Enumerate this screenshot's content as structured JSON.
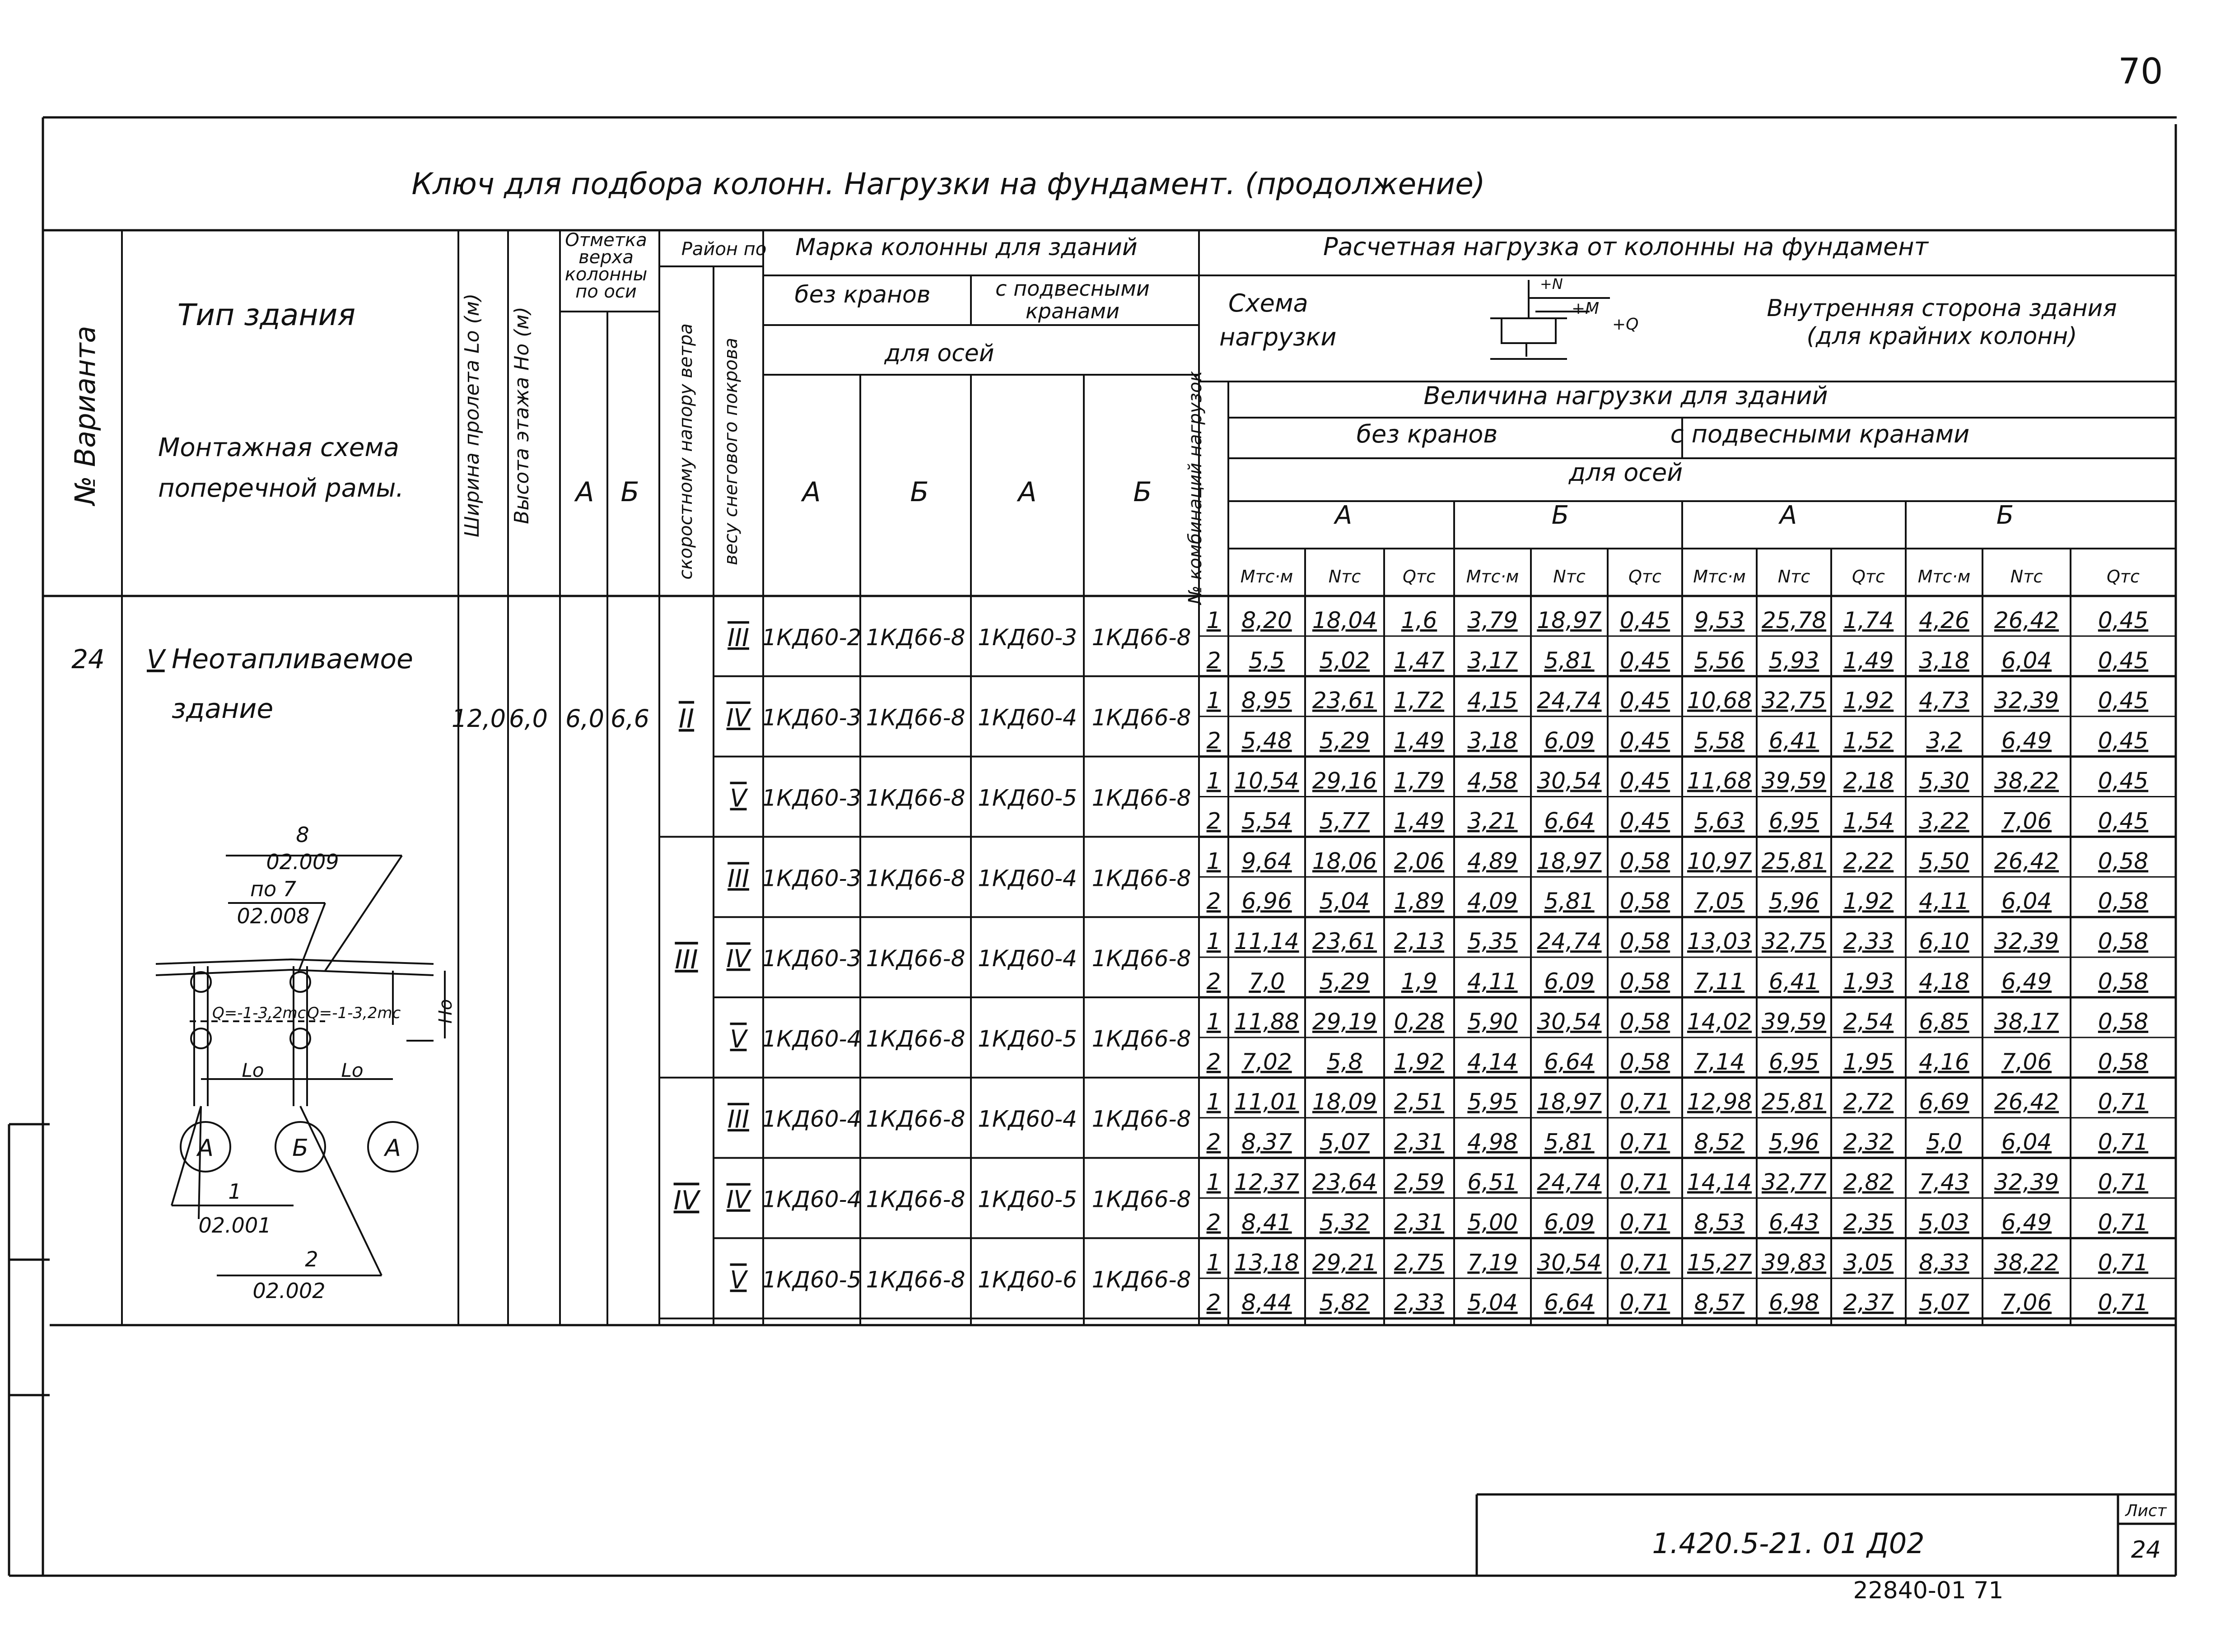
{
  "page": {
    "number": "70",
    "title": "Ключ для подбора колонн. Нагрузки на фундамент. (продолжение)"
  },
  "headers": {
    "variant_no": "№ Варианта",
    "building_type": "Тип здания",
    "mounting_scheme": "Монтажная схема поперечной рамы.",
    "span_width": "Ширина пролета Lo (м)",
    "floor_height": "Высота этажа Ho (м)",
    "column_top_mark": "Отметка верха колонны по оси",
    "region_by": "Район по",
    "wind_pressure": "скоростному напору ветра",
    "snow_weight": "весу снегового покрова",
    "column_mark": "Марка колонны для зданий",
    "without_cranes": "без кранов",
    "with_hanging_cranes": "с подвесными кранами",
    "for_axes": "для осей",
    "axis_a": "А",
    "axis_b": "Б",
    "design_load": "Расчетная нагрузка от колонны на фундамент",
    "load_scheme": "Схема нагрузки",
    "inner_side": "Внутренняя сторона здания (для крайних колонн)",
    "combination_no": "№ комбинаций нагрузок",
    "load_value": "Величина нагрузки для зданий",
    "without_cranes2": "без кранов",
    "with_hanging_cranes2": "с подвесными кранами",
    "for_axes2": "для осей",
    "unit_m": "Мтс·м",
    "unit_n": "Nтс",
    "unit_q": "Qтс",
    "sym_n": "+N",
    "sym_m": "+M",
    "sym_q": "+Q"
  },
  "variant": {
    "number": "24",
    "roman": "V",
    "building": "Неотапливаемое здание",
    "span": "12,0",
    "height": "6,0",
    "mark_a": "6,0",
    "mark_b": "6,6"
  },
  "scheme": {
    "label_8": "8",
    "code_8": "02.009",
    "label_7": "по 7",
    "code_7": "02.008",
    "q_left": "Q=-1-3,2mc",
    "q_right": "Q=-1-3,2mc",
    "ho": "Ho",
    "lo1": "Lo",
    "lo2": "Lo",
    "ax1": "А",
    "ax2": "Б",
    "ax3": "А",
    "label_1": "1",
    "code_1": "02.001",
    "label_2": "2",
    "code_2": "02.002"
  },
  "groups": [
    {
      "wind": "II",
      "rows": [
        {
          "snow": "III",
          "marks": [
            "1КД60-2",
            "1КД66-8",
            "1КД60-3",
            "1КД66-8"
          ],
          "comb": [
            [
              "1",
              "8,20",
              "18,04",
              "1,6",
              "3,79",
              "18,97",
              "0,45",
              "9,53",
              "25,78",
              "1,74",
              "4,26",
              "26,42",
              "0,45"
            ],
            [
              "2",
              "5,5",
              "5,02",
              "1,47",
              "3,17",
              "5,81",
              "0,45",
              "5,56",
              "5,93",
              "1,49",
              "3,18",
              "6,04",
              "0,45"
            ]
          ]
        },
        {
          "snow": "IV",
          "marks": [
            "1КД60-3",
            "1КД66-8",
            "1КД60-4",
            "1КД66-8"
          ],
          "comb": [
            [
              "1",
              "8,95",
              "23,61",
              "1,72",
              "4,15",
              "24,74",
              "0,45",
              "10,68",
              "32,75",
              "1,92",
              "4,73",
              "32,39",
              "0,45"
            ],
            [
              "2",
              "5,48",
              "5,29",
              "1,49",
              "3,18",
              "6,09",
              "0,45",
              "5,58",
              "6,41",
              "1,52",
              "3,2",
              "6,49",
              "0,45"
            ]
          ]
        },
        {
          "snow": "V",
          "marks": [
            "1КД60-3",
            "1КД66-8",
            "1КД60-5",
            "1КД66-8"
          ],
          "comb": [
            [
              "1",
              "10,54",
              "29,16",
              "1,79",
              "4,58",
              "30,54",
              "0,45",
              "11,68",
              "39,59",
              "2,18",
              "5,30",
              "38,22",
              "0,45"
            ],
            [
              "2",
              "5,54",
              "5,77",
              "1,49",
              "3,21",
              "6,64",
              "0,45",
              "5,63",
              "6,95",
              "1,54",
              "3,22",
              "7,06",
              "0,45"
            ]
          ]
        }
      ]
    },
    {
      "wind": "III",
      "rows": [
        {
          "snow": "III",
          "marks": [
            "1КД60-3",
            "1КД66-8",
            "1КД60-4",
            "1КД66-8"
          ],
          "comb": [
            [
              "1",
              "9,64",
              "18,06",
              "2,06",
              "4,89",
              "18,97",
              "0,58",
              "10,97",
              "25,81",
              "2,22",
              "5,50",
              "26,42",
              "0,58"
            ],
            [
              "2",
              "6,96",
              "5,04",
              "1,89",
              "4,09",
              "5,81",
              "0,58",
              "7,05",
              "5,96",
              "1,92",
              "4,11",
              "6,04",
              "0,58"
            ]
          ]
        },
        {
          "snow": "IV",
          "marks": [
            "1КД60-3",
            "1КД66-8",
            "1КД60-4",
            "1КД66-8"
          ],
          "comb": [
            [
              "1",
              "11,14",
              "23,61",
              "2,13",
              "5,35",
              "24,74",
              "0,58",
              "13,03",
              "32,75",
              "2,33",
              "6,10",
              "32,39",
              "0,58"
            ],
            [
              "2",
              "7,0",
              "5,29",
              "1,9",
              "4,11",
              "6,09",
              "0,58",
              "7,11",
              "6,41",
              "1,93",
              "4,18",
              "6,49",
              "0,58"
            ]
          ]
        },
        {
          "snow": "V",
          "marks": [
            "1КД60-4",
            "1КД66-8",
            "1КД60-5",
            "1КД66-8"
          ],
          "comb": [
            [
              "1",
              "11,88",
              "29,19",
              "0,28",
              "5,90",
              "30,54",
              "0,58",
              "14,02",
              "39,59",
              "2,54",
              "6,85",
              "38,17",
              "0,58"
            ],
            [
              "2",
              "7,02",
              "5,8",
              "1,92",
              "4,14",
              "6,64",
              "0,58",
              "7,14",
              "6,95",
              "1,95",
              "4,16",
              "7,06",
              "0,58"
            ]
          ]
        }
      ]
    },
    {
      "wind": "IV",
      "rows": [
        {
          "snow": "III",
          "marks": [
            "1КД60-4",
            "1КД66-8",
            "1КД60-4",
            "1КД66-8"
          ],
          "comb": [
            [
              "1",
              "11,01",
              "18,09",
              "2,51",
              "5,95",
              "18,97",
              "0,71",
              "12,98",
              "25,81",
              "2,72",
              "6,69",
              "26,42",
              "0,71"
            ],
            [
              "2",
              "8,37",
              "5,07",
              "2,31",
              "4,98",
              "5,81",
              "0,71",
              "8,52",
              "5,96",
              "2,32",
              "5,0",
              "6,04",
              "0,71"
            ]
          ]
        },
        {
          "snow": "IV",
          "marks": [
            "1КД60-4",
            "1КД66-8",
            "1КД60-5",
            "1КД66-8"
          ],
          "comb": [
            [
              "1",
              "12,37",
              "23,64",
              "2,59",
              "6,51",
              "24,74",
              "0,71",
              "14,14",
              "32,77",
              "2,82",
              "7,43",
              "32,39",
              "0,71"
            ],
            [
              "2",
              "8,41",
              "5,32",
              "2,31",
              "5,00",
              "6,09",
              "0,71",
              "8,53",
              "6,43",
              "2,35",
              "5,03",
              "6,49",
              "0,71"
            ]
          ]
        },
        {
          "snow": "V",
          "marks": [
            "1КД60-5",
            "1КД66-8",
            "1КД60-6",
            "1КД66-8"
          ],
          "comb": [
            [
              "1",
              "13,18",
              "29,21",
              "2,75",
              "7,19",
              "30,54",
              "0,71",
              "15,27",
              "39,83",
              "3,05",
              "8,33",
              "38,22",
              "0,71"
            ],
            [
              "2",
              "8,44",
              "5,82",
              "2,33",
              "5,04",
              "6,64",
              "0,71",
              "8,57",
              "6,98",
              "2,37",
              "5,07",
              "7,06",
              "0,71"
            ]
          ]
        }
      ]
    }
  ],
  "stamp": {
    "doc_code": "1.420.5-21. 01 Д02",
    "sheet_label": "Лист",
    "sheet_no": "24",
    "archive": "22840-01   71"
  }
}
